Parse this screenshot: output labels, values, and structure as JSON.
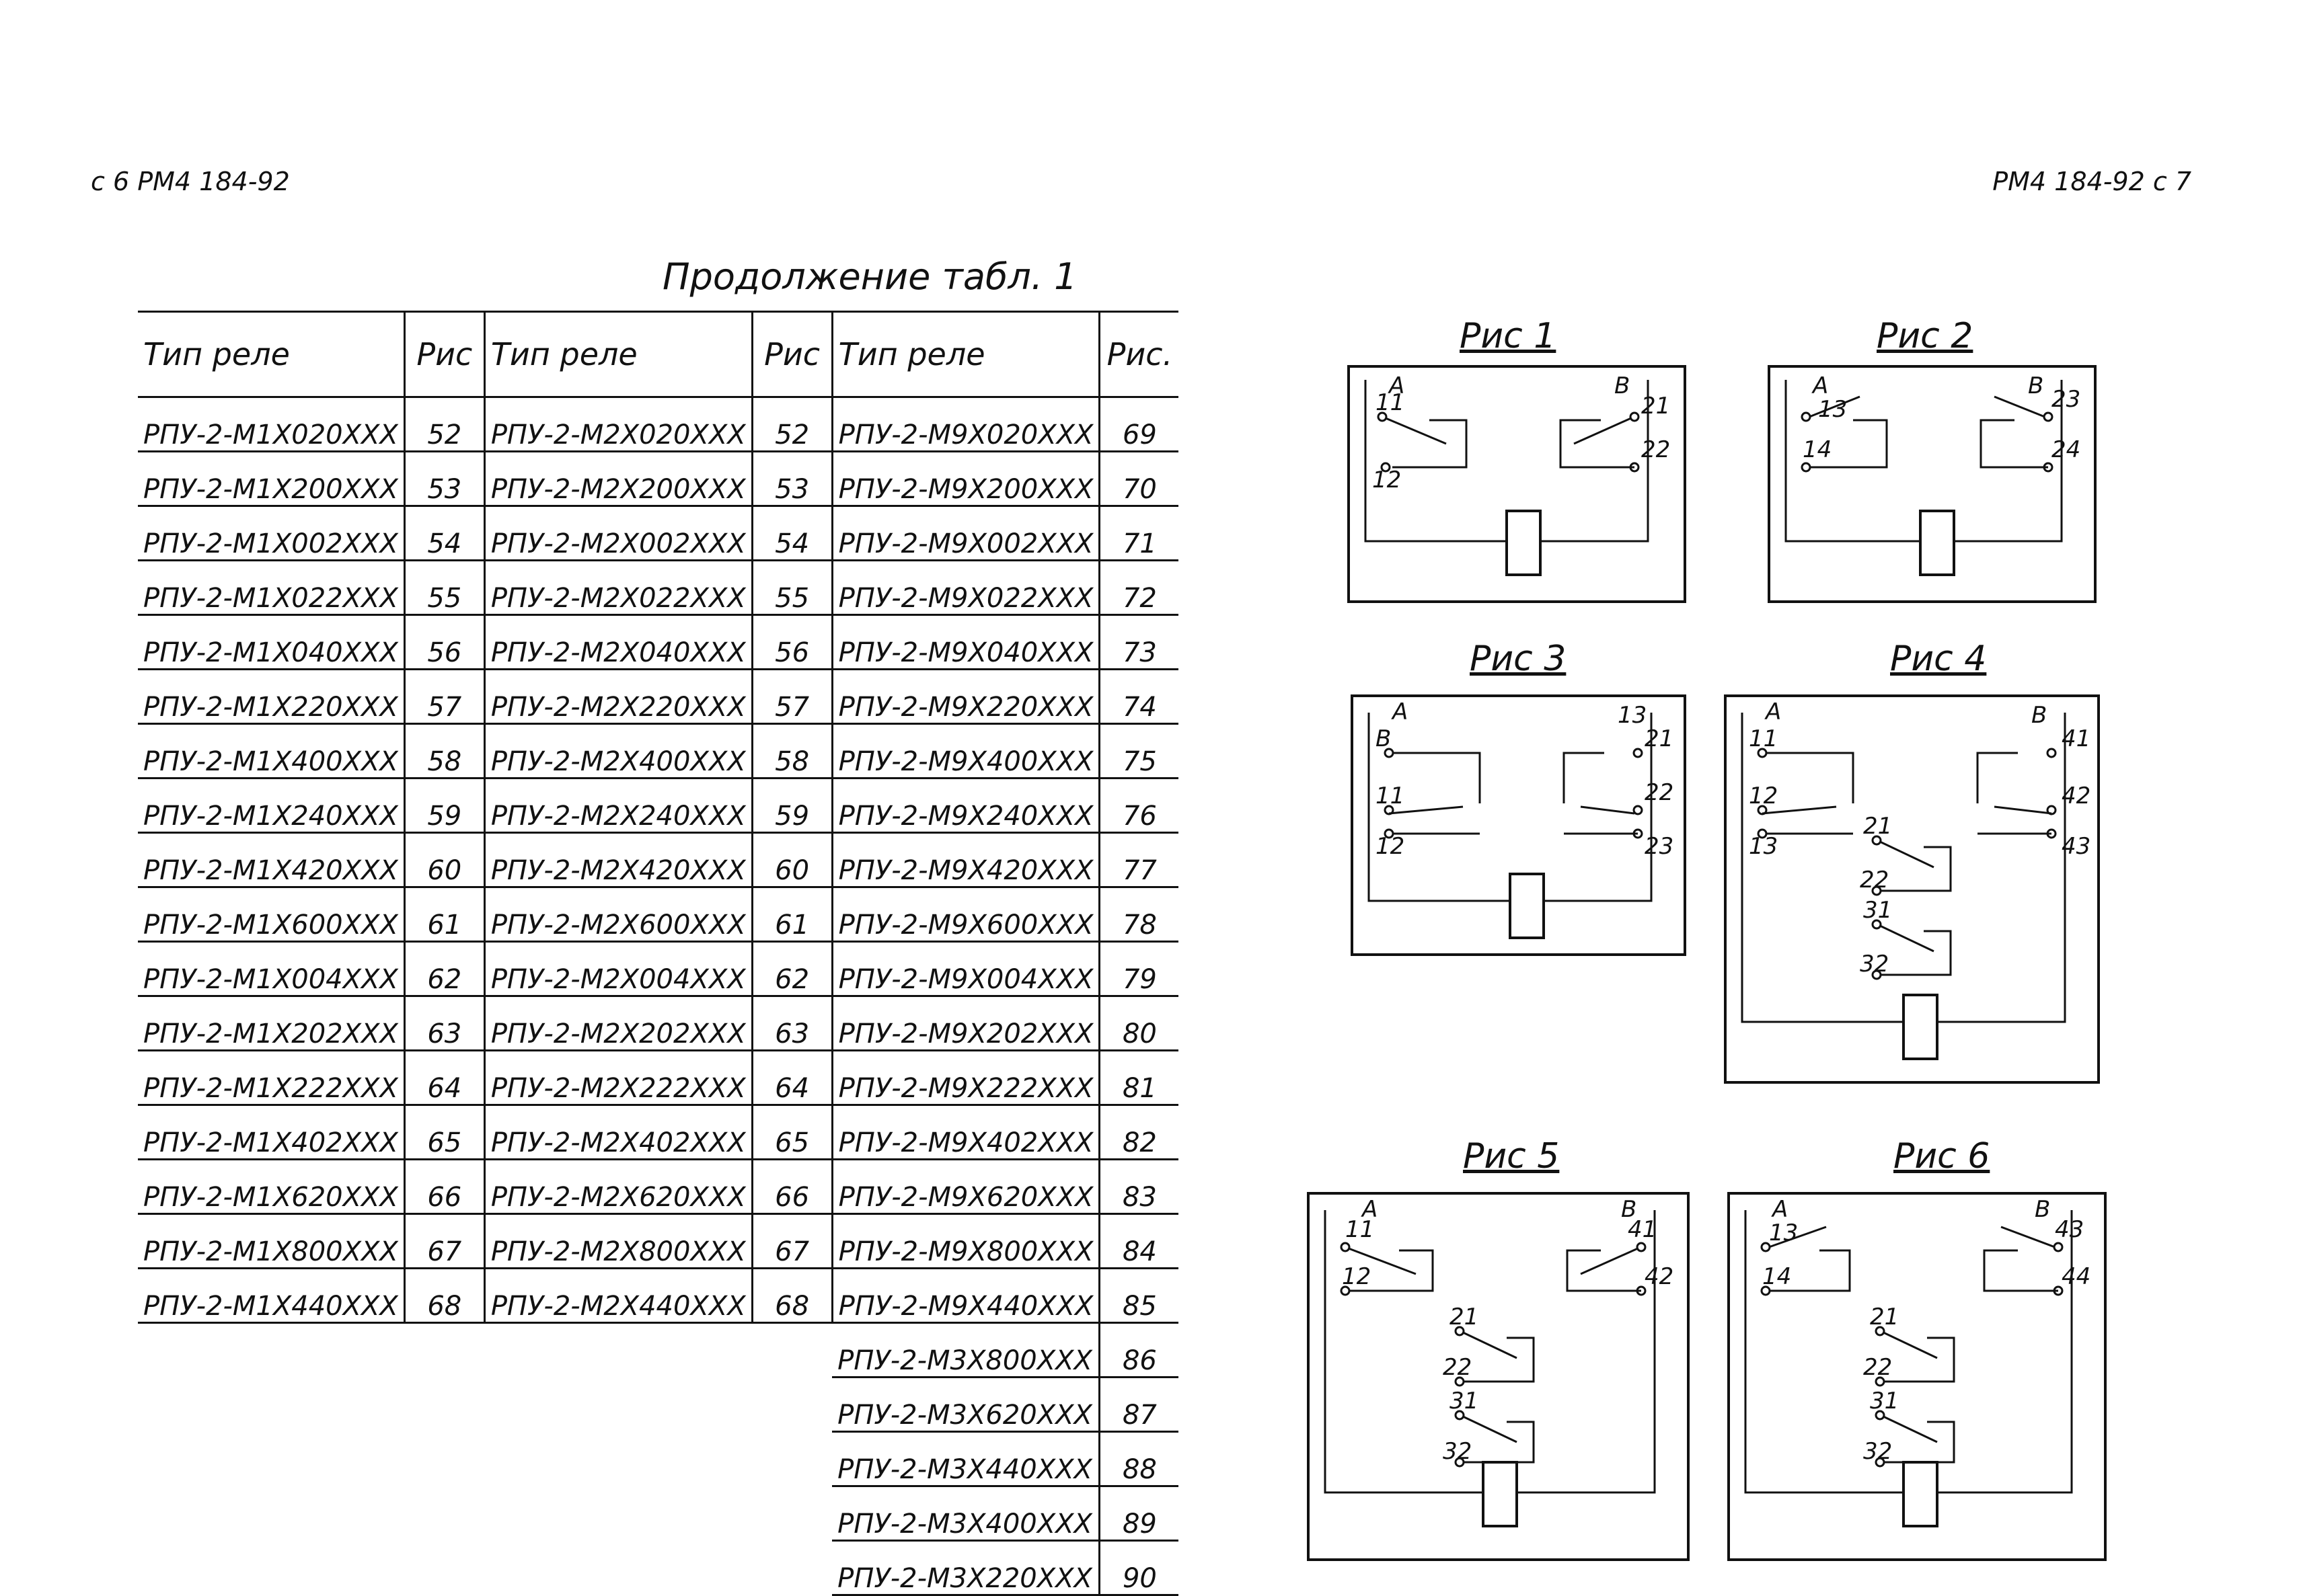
{
  "header": {
    "left_page": "с 6 РМ4 184-92",
    "right_page": "РМ4 184-92 с 7"
  },
  "table": {
    "caption": "Продолжение табл. 1",
    "headers": [
      "Тип реле",
      "Рис",
      "Тип реле",
      "Рис",
      "Тип реле",
      "Рис."
    ],
    "rows": [
      [
        "РПУ-2-М1Х020ХХХ",
        "52",
        "РПУ-2-М2Х020ХХХ",
        "52",
        "РПУ-2-М9Х020ХХХ",
        "69"
      ],
      [
        "РПУ-2-М1Х200ХХХ",
        "53",
        "РПУ-2-М2Х200ХХХ",
        "53",
        "РПУ-2-М9Х200ХХХ",
        "70"
      ],
      [
        "РПУ-2-М1Х002ХХХ",
        "54",
        "РПУ-2-М2Х002ХХХ",
        "54",
        "РПУ-2-М9Х002ХХХ",
        "71"
      ],
      [
        "РПУ-2-М1Х022ХХХ",
        "55",
        "РПУ-2-М2Х022ХХХ",
        "55",
        "РПУ-2-М9Х022ХХХ",
        "72"
      ],
      [
        "РПУ-2-М1Х040ХХХ",
        "56",
        "РПУ-2-М2Х040ХХХ",
        "56",
        "РПУ-2-М9Х040ХХХ",
        "73"
      ],
      [
        "РПУ-2-М1Х220ХХХ",
        "57",
        "РПУ-2-М2Х220ХХХ",
        "57",
        "РПУ-2-М9Х220ХХХ",
        "74"
      ],
      [
        "РПУ-2-М1Х400ХХХ",
        "58",
        "РПУ-2-М2Х400ХХХ",
        "58",
        "РПУ-2-М9Х400ХХХ",
        "75"
      ],
      [
        "РПУ-2-М1Х240ХХХ",
        "59",
        "РПУ-2-М2Х240ХХХ",
        "59",
        "РПУ-2-М9Х240ХХХ",
        "76"
      ],
      [
        "РПУ-2-М1Х420ХХХ",
        "60",
        "РПУ-2-М2Х420ХХХ",
        "60",
        "РПУ-2-М9Х420ХХХ",
        "77"
      ],
      [
        "РПУ-2-М1Х600ХХХ",
        "61",
        "РПУ-2-М2Х600ХХХ",
        "61",
        "РПУ-2-М9Х600ХХХ",
        "78"
      ],
      [
        "РПУ-2-М1Х004ХХХ",
        "62",
        "РПУ-2-М2Х004ХХХ",
        "62",
        "РПУ-2-М9Х004ХХХ",
        "79"
      ],
      [
        "РПУ-2-М1Х202ХХХ",
        "63",
        "РПУ-2-М2Х202ХХХ",
        "63",
        "РПУ-2-М9Х202ХХХ",
        "80"
      ],
      [
        "РПУ-2-М1Х222ХХХ",
        "64",
        "РПУ-2-М2Х222ХХХ",
        "64",
        "РПУ-2-М9Х222ХХХ",
        "81"
      ],
      [
        "РПУ-2-М1Х402ХХХ",
        "65",
        "РПУ-2-М2Х402ХХХ",
        "65",
        "РПУ-2-М9Х402ХХХ",
        "82"
      ],
      [
        "РПУ-2-М1Х620ХХХ",
        "66",
        "РПУ-2-М2Х620ХХХ",
        "66",
        "РПУ-2-М9Х620ХХХ",
        "83"
      ],
      [
        "РПУ-2-М1Х800ХХХ",
        "67",
        "РПУ-2-М2Х800ХХХ",
        "67",
        "РПУ-2-М9Х800ХХХ",
        "84"
      ],
      [
        "РПУ-2-М1Х440ХХХ",
        "68",
        "РПУ-2-М2Х440ХХХ",
        "68",
        "РПУ-2-М9Х440ХХХ",
        "85"
      ],
      [
        "",
        "",
        "",
        "",
        "РПУ-2-М3Х800ХХХ",
        "86"
      ],
      [
        "",
        "",
        "",
        "",
        "РПУ-2-М3Х620ХХХ",
        "87"
      ],
      [
        "",
        "",
        "",
        "",
        "РПУ-2-М3Х440ХХХ",
        "88"
      ],
      [
        "",
        "",
        "",
        "",
        "РПУ-2-М3Х400ХХХ",
        "89"
      ],
      [
        "",
        "",
        "",
        "",
        "РПУ-2-М3Х220ХХХ",
        "90"
      ]
    ]
  },
  "figures": [
    {
      "title": "Рис 1",
      "labels": [
        "A",
        "B",
        "11",
        "12",
        "21",
        "22"
      ]
    },
    {
      "title": "Рис 2",
      "labels": [
        "A",
        "B",
        "13",
        "14",
        "23",
        "24"
      ]
    },
    {
      "title": "Рис 3",
      "labels": [
        "A",
        "B",
        "11",
        "12",
        "13",
        "21",
        "22",
        "23"
      ]
    },
    {
      "title": "Рис 4",
      "labels": [
        "A",
        "B",
        "11",
        "12",
        "13",
        "41",
        "42",
        "43",
        "21",
        "22",
        "31",
        "32"
      ]
    },
    {
      "title": "Рис 5",
      "labels": [
        "A",
        "B",
        "11",
        "12",
        "41",
        "42",
        "21",
        "22",
        "31",
        "32"
      ]
    },
    {
      "title": "Рис 6",
      "labels": [
        "A",
        "B",
        "13",
        "14",
        "43",
        "44",
        "21",
        "22",
        "31",
        "32"
      ]
    }
  ]
}
